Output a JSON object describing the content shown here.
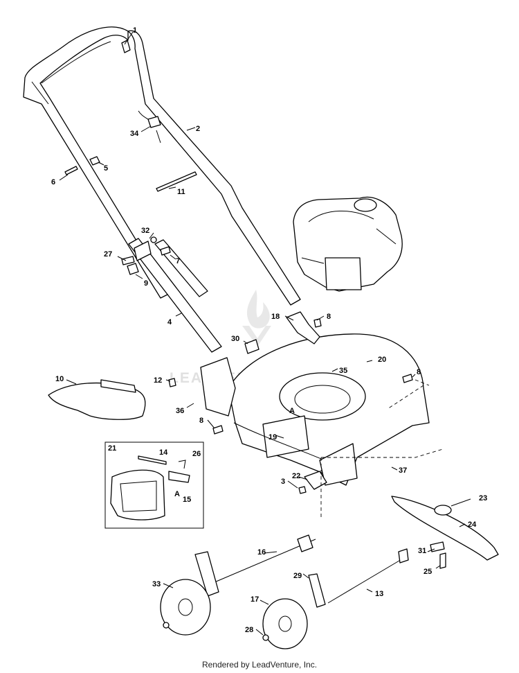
{
  "footer": {
    "text": "Rendered by LeadVenture, Inc."
  },
  "watermark": {
    "text": "LEADVENTURE"
  },
  "callouts": {
    "c1": "1",
    "c2": "2",
    "c3": "3",
    "c4": "4",
    "c5": "5",
    "c6": "6",
    "c7": "7",
    "c8a": "8",
    "c8b": "8",
    "c8c": "8",
    "c9": "9",
    "c10": "10",
    "c11": "11",
    "c12": "12",
    "c13": "13",
    "c14": "14",
    "c15": "15",
    "c16": "16",
    "c17": "17",
    "c18": "18",
    "c19": "19",
    "c20": "20",
    "c21": "21",
    "c22": "22",
    "c23": "23",
    "c24": "24",
    "c25": "25",
    "c26": "26",
    "c27": "27",
    "c28": "28",
    "c29": "29",
    "c30": "30",
    "c31": "31",
    "c32": "32",
    "c33": "33",
    "c34": "34",
    "c35": "35",
    "c36": "36",
    "c37": "37",
    "refA1": "A",
    "refA2": "A"
  },
  "colors": {
    "line": "#000000",
    "watermark": "#dddddd",
    "background": "#ffffff"
  }
}
